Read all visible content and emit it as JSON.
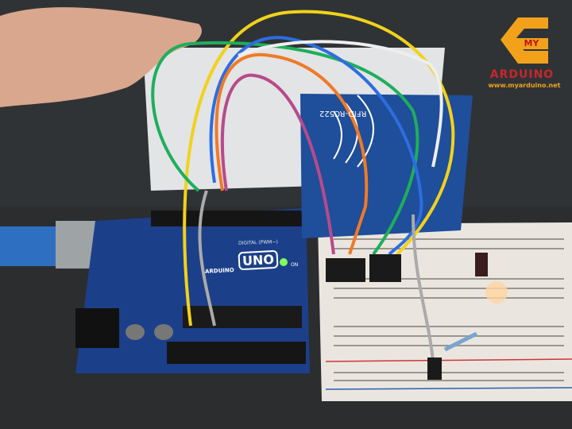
{
  "watermark": {
    "my": "MY",
    "brand": "ARDUINO",
    "url": "www.myarduino.net",
    "colors": {
      "orange": "#f2a21a",
      "red": "#c8262a"
    }
  },
  "board": {
    "model": "UNO",
    "brand": "ARDUINO",
    "digital_label": "DIGITAL (PWM~)",
    "on_label": "ON",
    "color": "#1c3f8a"
  },
  "rfid": {
    "label": "RFID-RC522",
    "color": "#1f4e9a"
  }
}
